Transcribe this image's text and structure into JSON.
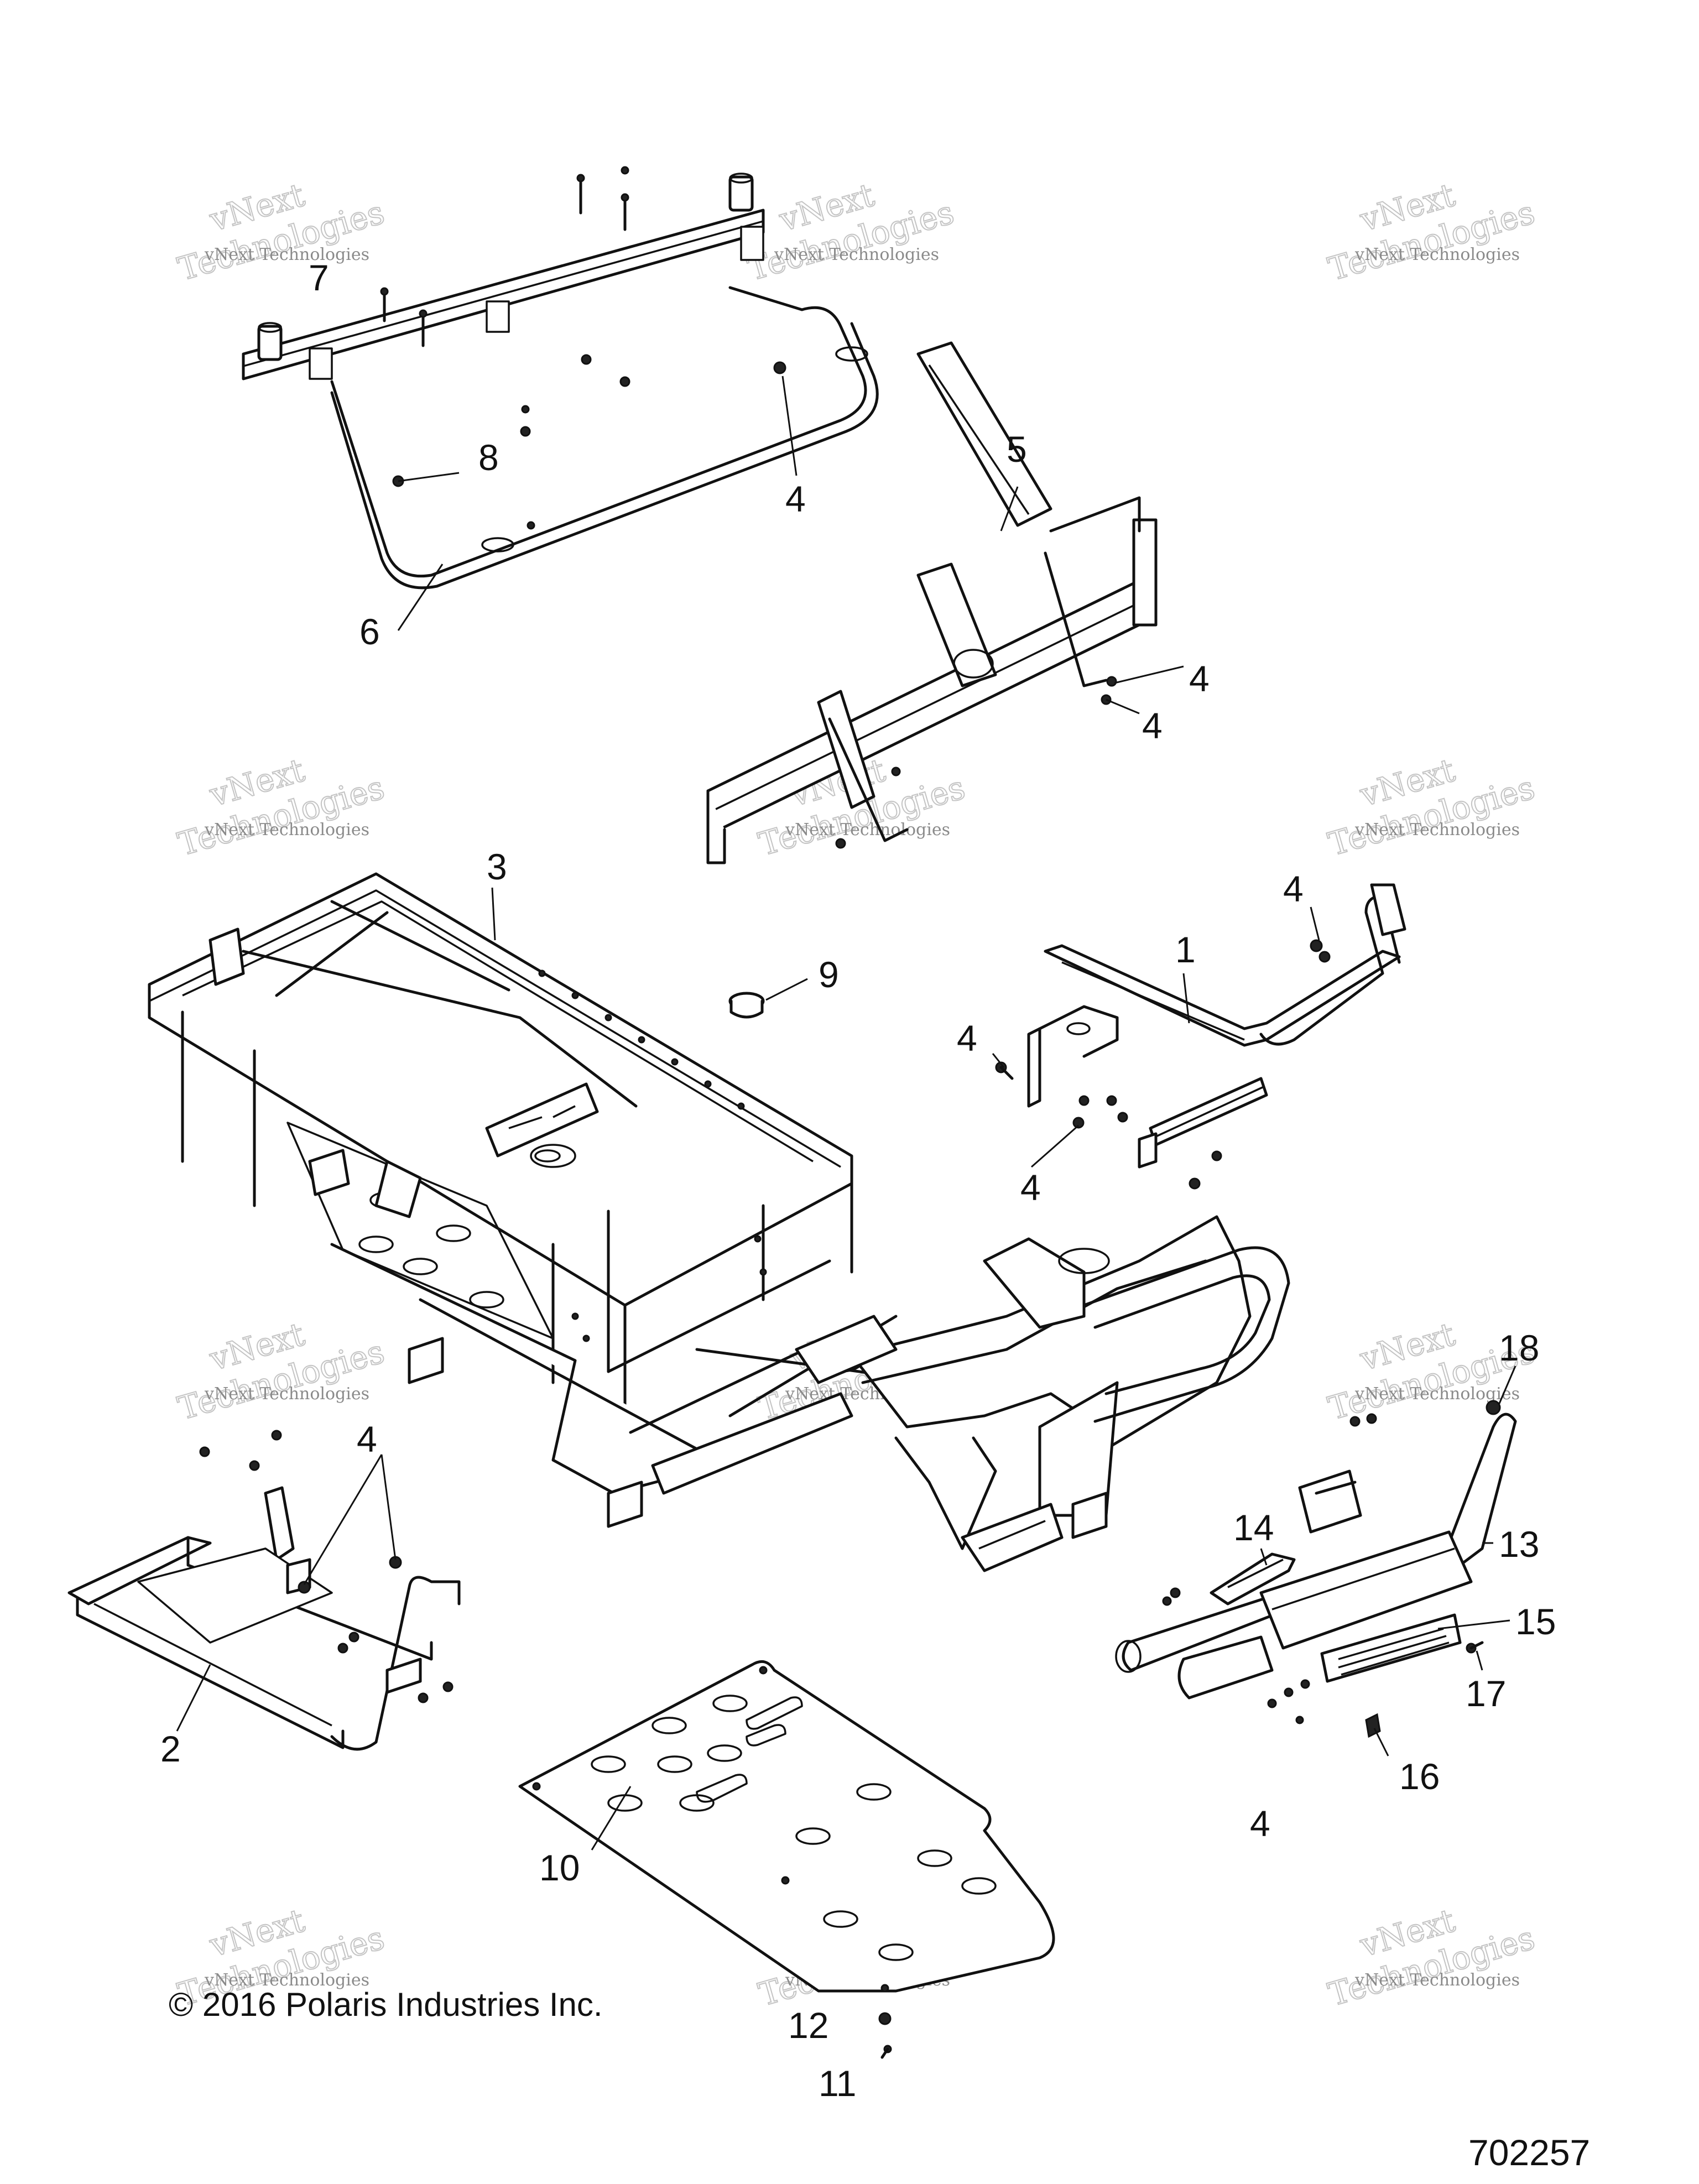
{
  "watermark": {
    "brand_line1": "vNext",
    "brand_line2": "Technologies",
    "company": "vNext Technologies"
  },
  "callouts": [
    "1",
    "2",
    "3",
    "4",
    "5",
    "6",
    "7",
    "8",
    "9",
    "10",
    "11",
    "12",
    "13",
    "14",
    "15",
    "16",
    "17",
    "18"
  ],
  "copyright": "© 2016 Polaris Industries Inc.",
  "figure_number": "702257"
}
